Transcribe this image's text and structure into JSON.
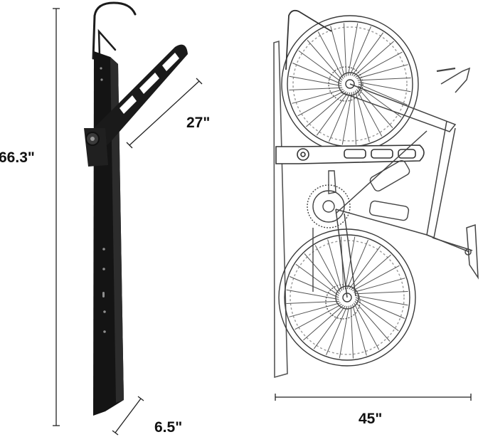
{
  "dimensions": {
    "height": "66.3\"",
    "arm_length": "27\"",
    "depth": "6.5\"",
    "total_width": "45\""
  }
}
